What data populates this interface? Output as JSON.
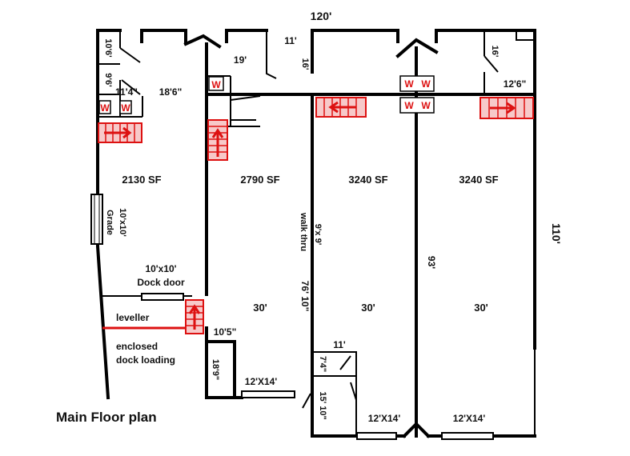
{
  "title": "Main Floor plan",
  "dimensions": {
    "width_total": "120'",
    "depth_total": "110'",
    "length_93": "93'",
    "length_76_10": "76' 10\""
  },
  "units": [
    {
      "area": "2130 SF",
      "height": ""
    },
    {
      "area": "2790 SF",
      "height": "30'"
    },
    {
      "area": "3240 SF",
      "height": "30'"
    },
    {
      "area": "3240 SF",
      "height": "30'"
    }
  ],
  "rooms": {
    "u1_a": "10'6'",
    "u1_b": "9'6'",
    "u1_c": "11'4\"",
    "u1_d": "18'6\"",
    "u2_a": "11'",
    "u2_b": "19'",
    "u2_c": "16'",
    "u4_a": "16'",
    "u4_b": "12'6\"",
    "u2_office_w": "10'5\"",
    "u2_office_h": "18'9\"",
    "u3_office_w": "11'",
    "u3_office_a": "7'4\"",
    "u3_office_b": "15' 10\""
  },
  "doors": {
    "grade_size": "10'x10'",
    "grade_label": "Grade",
    "walk_size": "9'x 9'",
    "walk_label": "walk thru",
    "dock_size": "10'x10'",
    "dock_label": "Dock door",
    "leveller": "leveller",
    "enclosed_1": "enclosed",
    "enclosed_2": "dock loading",
    "overhead_2": "12'X14'",
    "overhead_3": "12'X14'",
    "overhead_4": "12'X14'"
  },
  "washroom_mark": "W",
  "colors": {
    "wall": "#000000",
    "accent": "#dd1111",
    "stair_fill": "#f7c9c9"
  }
}
